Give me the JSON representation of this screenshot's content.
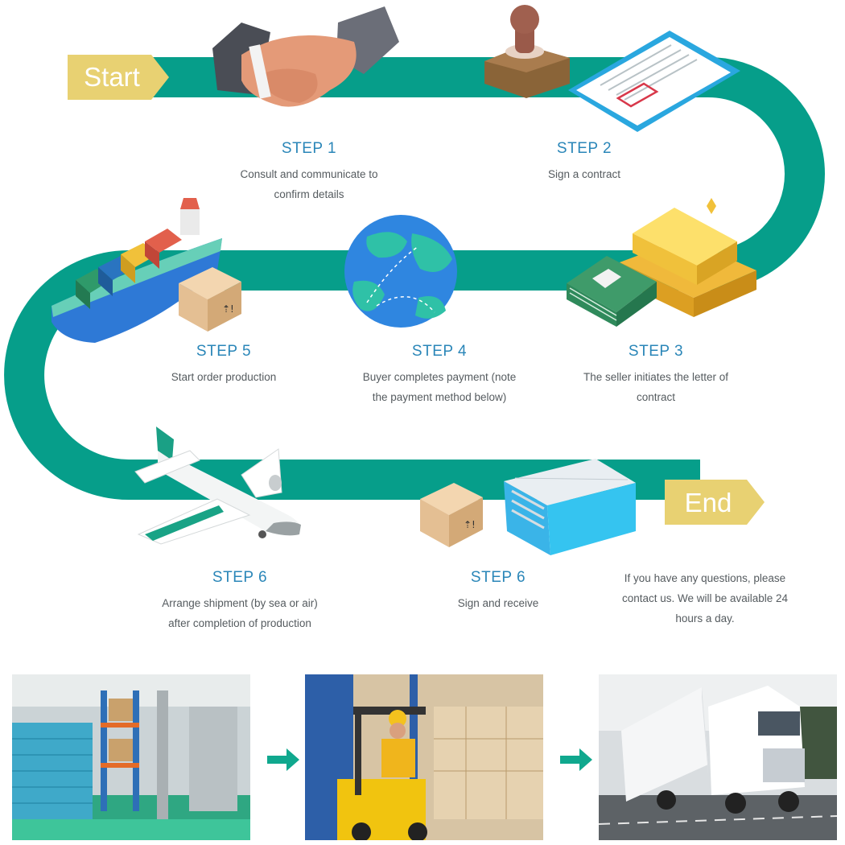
{
  "markers": {
    "start": "Start",
    "end": "End"
  },
  "steps": [
    {
      "title": "STEP 1",
      "desc_lines": [
        "Consult and communicate to",
        "confirm details"
      ]
    },
    {
      "title": "STEP 2",
      "desc_lines": [
        "Sign a contract"
      ]
    },
    {
      "title": "STEP 3",
      "desc_lines": [
        "The seller initiates the letter of",
        "contract"
      ]
    },
    {
      "title": "STEP 4",
      "desc_lines": [
        "Buyer completes payment (note",
        "the payment method below)"
      ]
    },
    {
      "title": "STEP 5",
      "desc_lines": [
        "Start order production"
      ]
    },
    {
      "title": "STEP 6",
      "desc_lines": [
        "Arrange shipment (by sea or air)",
        "after completion of production"
      ]
    },
    {
      "title": "STEP 6",
      "desc_lines": [
        "Sign and receive"
      ]
    }
  ],
  "note_lines": [
    "If you have any questions, please",
    "contact us. We will be available 24",
    "hours a day."
  ],
  "colors": {
    "path": "#069e8a",
    "marker": "#e8d172",
    "step_title": "#2a86b8",
    "body_text": "#555b5f",
    "arrow": "#10a88e"
  },
  "icons": [
    "handshake-icon",
    "stamp-icon",
    "contract-document-icon",
    "gold-bars-icon",
    "cash-stack-icon",
    "globe-icon",
    "cargo-ship-icon",
    "cardboard-box-icon",
    "airplane-icon",
    "shipping-container-icon",
    "right-arrow-icon"
  ],
  "photos": [
    "warehouse-photo",
    "forklift-worker-photo",
    "delivery-truck-photo"
  ]
}
